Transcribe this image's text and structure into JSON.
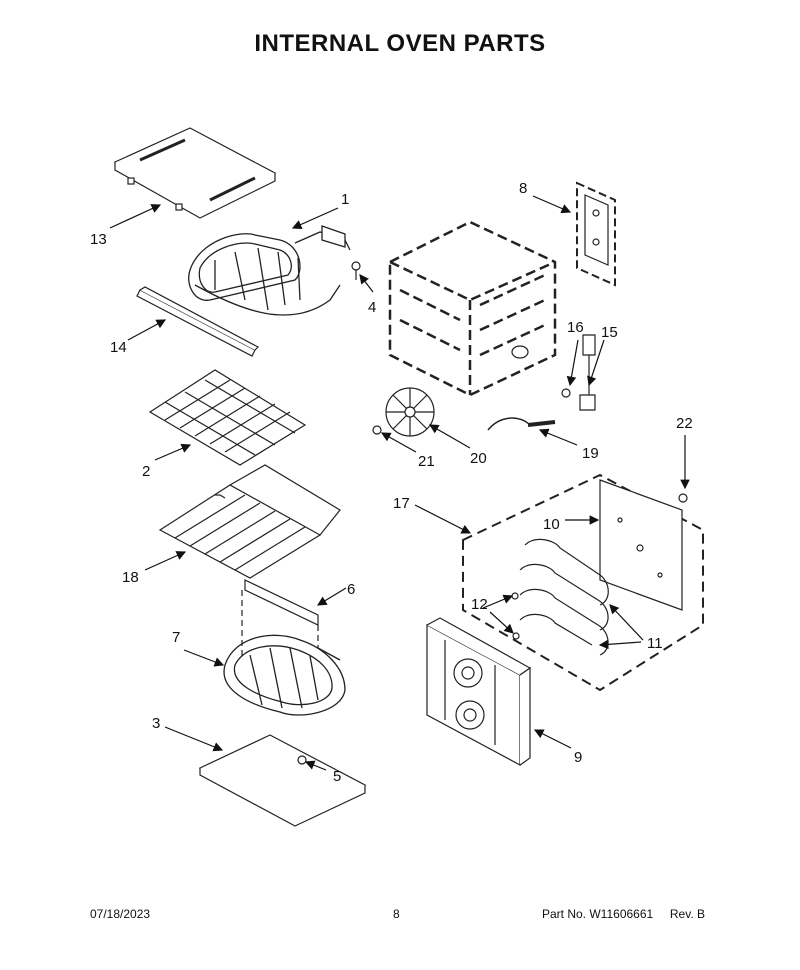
{
  "title": "INTERNAL OVEN PARTS",
  "callouts": {
    "c1": "1",
    "c2": "2",
    "c3": "3",
    "c4": "4",
    "c5": "5",
    "c6": "6",
    "c7": "7",
    "c8": "8",
    "c9": "9",
    "c10": "10",
    "c11": "11",
    "c12": "12",
    "c13": "13",
    "c14": "14",
    "c15": "15",
    "c16": "16",
    "c17": "17",
    "c18": "18",
    "c19": "19",
    "c20": "20",
    "c21": "21",
    "c22": "22"
  },
  "footer": {
    "date": "07/18/2023",
    "page": "8",
    "part_label": "Part No.",
    "part_number": "W11606661",
    "rev_label": "Rev.",
    "rev": "B"
  }
}
